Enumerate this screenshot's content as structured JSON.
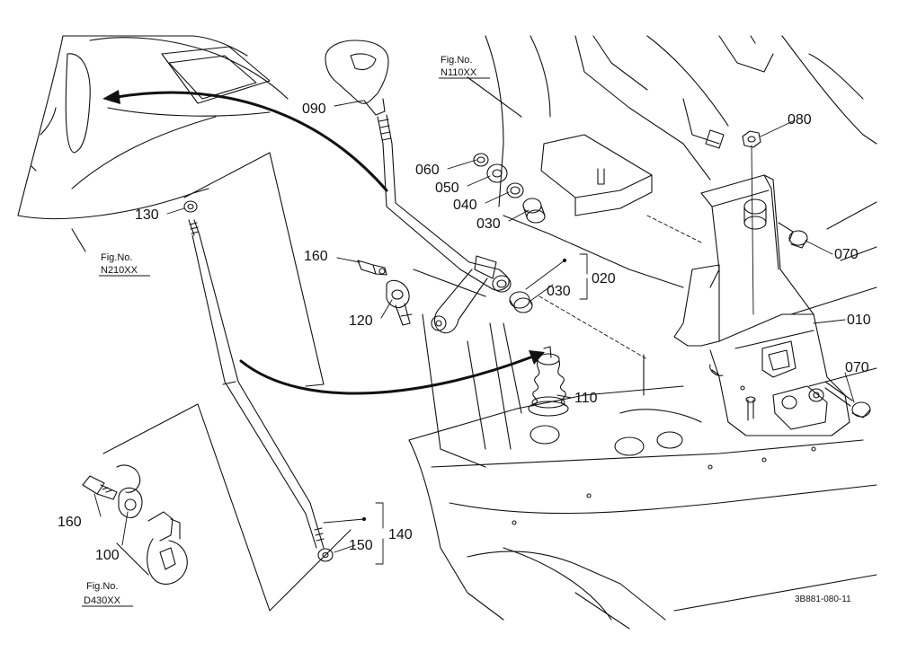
{
  "parts": [
    {
      "id": "p010",
      "label": "010"
    },
    {
      "id": "p020",
      "label": "020"
    },
    {
      "id": "p030a",
      "label": "030"
    },
    {
      "id": "p030b",
      "label": "030"
    },
    {
      "id": "p040",
      "label": "040"
    },
    {
      "id": "p050",
      "label": "050"
    },
    {
      "id": "p060",
      "label": "060"
    },
    {
      "id": "p070a",
      "label": "070"
    },
    {
      "id": "p070b",
      "label": "070"
    },
    {
      "id": "p080",
      "label": "080"
    },
    {
      "id": "p090",
      "label": "090"
    },
    {
      "id": "p100",
      "label": "100"
    },
    {
      "id": "p110",
      "label": "110"
    },
    {
      "id": "p120",
      "label": "120"
    },
    {
      "id": "p130",
      "label": "130"
    },
    {
      "id": "p140",
      "label": "140"
    },
    {
      "id": "p150",
      "label": "150"
    },
    {
      "id": "p160a",
      "label": "160"
    },
    {
      "id": "p160b",
      "label": "160"
    }
  ],
  "figure_refs": [
    {
      "id": "n110",
      "prefix": "Fig.No.",
      "number": "N110XX"
    },
    {
      "id": "n210",
      "prefix": "Fig.No.",
      "number": "N210XX"
    },
    {
      "id": "d430",
      "prefix": "Fig.No.",
      "number": "D430XX"
    }
  ],
  "drawing_code": "3B881-080-11",
  "colors": {
    "line": "#111111",
    "background": "#ffffff"
  }
}
